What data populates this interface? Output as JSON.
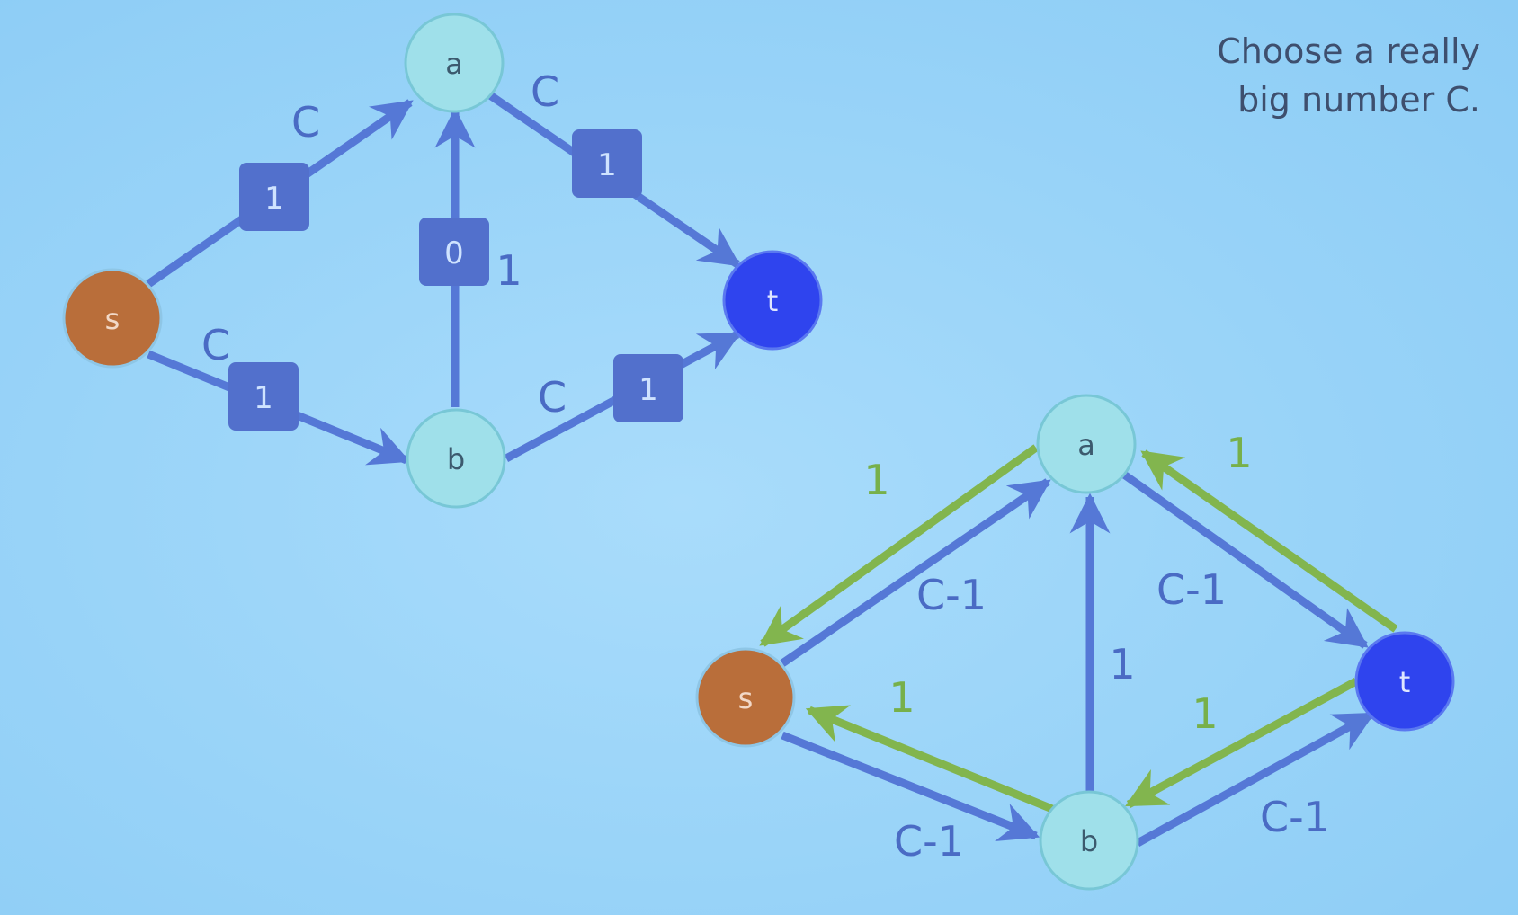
{
  "note": {
    "line1": "Choose a really",
    "line2": "big number C."
  },
  "colors": {
    "edge": "#5578d6",
    "residual": "#82b54e",
    "badge": "#5270cc",
    "node_light": "#9fe0ea",
    "node_source": "#b96e3a",
    "node_sink": "#2f44ee"
  },
  "top_graph": {
    "nodes": {
      "s": "s",
      "a": "a",
      "b": "b",
      "t": "t"
    },
    "edges": {
      "sa": {
        "capacity": "C",
        "flow": "1"
      },
      "sb": {
        "capacity": "C",
        "flow": "1"
      },
      "ba": {
        "capacity": "1",
        "flow": "0"
      },
      "at": {
        "capacity": "C",
        "flow": "1"
      },
      "bt": {
        "capacity": "C",
        "flow": "1"
      }
    }
  },
  "residual_graph": {
    "nodes": {
      "s": "s",
      "a": "a",
      "b": "b",
      "t": "t"
    },
    "labels": {
      "as": "1",
      "sa": "C-1",
      "ta": "1",
      "at": "C-1",
      "ba": "1",
      "bs": "1",
      "sb": "C-1",
      "tb": "1",
      "bt": "C-1"
    }
  }
}
